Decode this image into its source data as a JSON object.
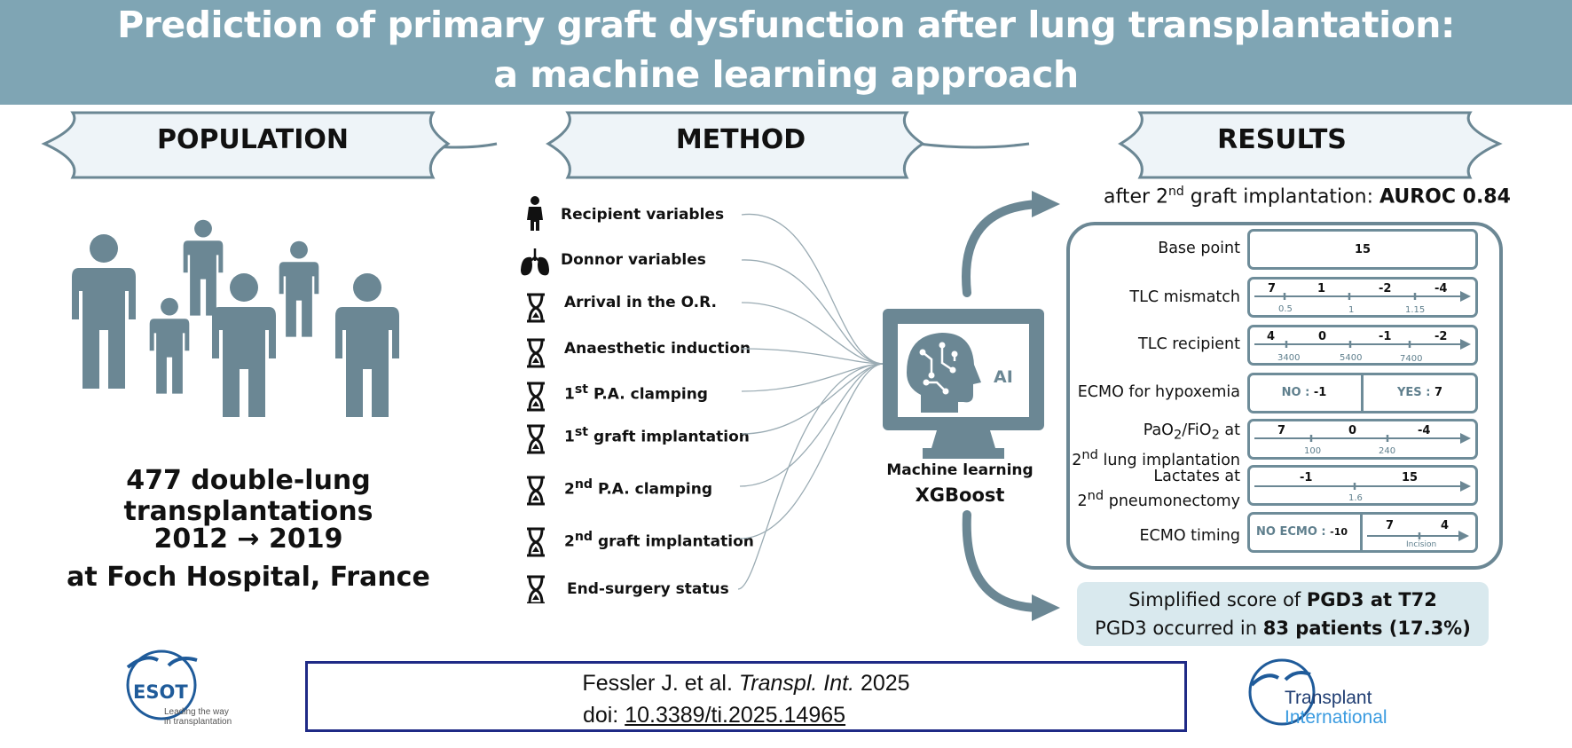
{
  "title": {
    "line1": "Prediction of primary graft dysfunction after lung transplantation:",
    "line2": "a machine learning approach"
  },
  "sections": {
    "population": "POPULATION",
    "method": "METHOD",
    "results": "RESULTS"
  },
  "population": {
    "count": "477 double-lung transplantations",
    "period_start": "2012",
    "period_arrow": "→",
    "period_end": "2019",
    "location": "at Foch Hospital, France"
  },
  "method": {
    "items": [
      {
        "label": "Recipient variables",
        "icon": "person-icon"
      },
      {
        "label": "Donnor variables",
        "icon": "lungs-icon"
      },
      {
        "label": "Arrival in the O.R.",
        "icon": "hourglass-icon"
      },
      {
        "label": "Anaesthetic induction",
        "icon": "hourglass-icon"
      },
      {
        "label_pre": "1",
        "label_sup": "st",
        "label_post": " P.A. clamping",
        "icon": "hourglass-icon"
      },
      {
        "label_pre": "1",
        "label_sup": "st",
        "label_post": " graft implantation",
        "icon": "hourglass-icon"
      },
      {
        "label_pre": "2",
        "label_sup": "nd",
        "label_post": " P.A. clamping",
        "icon": "hourglass-icon"
      },
      {
        "label_pre": "2",
        "label_sup": "nd",
        "label_post": " graft implantation",
        "icon": "hourglass-icon"
      },
      {
        "label": "End-surgery status",
        "icon": "hourglass-icon"
      }
    ],
    "model_line1": "Machine learning",
    "model_line2": "XGBoost",
    "ai_badge": "AI"
  },
  "results": {
    "auroc_pre": "after 2",
    "auroc_sup": "nd",
    "auroc_mid": " graft implantation: ",
    "auroc_value": "AUROC 0.84",
    "base_point": {
      "label": "Base point",
      "value": "15"
    },
    "tlc_mismatch": {
      "label": "TLC mismatch",
      "points": [
        "7",
        "1",
        "-2",
        "-4"
      ],
      "ticks": [
        "0.5",
        "1",
        "1.15"
      ]
    },
    "tlc_recipient": {
      "label": "TLC recipient",
      "points": [
        "4",
        "0",
        "-1",
        "-2"
      ],
      "ticks": [
        "3400",
        "5400",
        "7400"
      ]
    },
    "ecmo_hypoxemia": {
      "label": "ECMO for hypoxemia",
      "no_label": "NO : ",
      "no_value": "-1",
      "yes_label": "YES : ",
      "yes_value": "7"
    },
    "pao2": {
      "label_a": "PaO",
      "sub_a": "2",
      "label_b": "/FiO",
      "sub_b": "2",
      "label_c": " at",
      "label_d": "2",
      "sup_d": "nd",
      "label_e": "  lung implantation",
      "points": [
        "7",
        "0",
        "-4"
      ],
      "ticks": [
        "100",
        "240"
      ]
    },
    "lactates": {
      "label1": "Lactates at",
      "label2_pre": "2",
      "label2_sup": "nd",
      "label2_post": " pneumonectomy",
      "points": [
        "-1",
        "15"
      ],
      "ticks": [
        "1.6"
      ]
    },
    "ecmo_timing": {
      "label": "ECMO timing",
      "no_label": "NO ECMO : ",
      "no_value": "-10",
      "points": [
        "7",
        "4"
      ],
      "tick": "Incision"
    },
    "simplified_pre": "Simplified score of ",
    "simplified_bold": "PGD3 at T72",
    "occurred_pre": "PGD3 occurred in ",
    "occurred_bold": "83 patients (17.3%)"
  },
  "citation": {
    "author": "Fessler J. et al. ",
    "journal": "Transpl. Int.",
    "year": " 2025",
    "doi_label": "doi: ",
    "doi": "10.3389/ti.2025.14965"
  },
  "logos": {
    "esot_name": "ESOT",
    "esot_tagline1": "Leading the way",
    "esot_tagline2": "in transplantation",
    "ti_line1": "Transplant",
    "ti_line2": "International"
  },
  "colors": {
    "band": "#7fa5b4",
    "slate": "#6b8794",
    "banner_fill": "#eef4f8",
    "result_fill": "#d9e9ee",
    "cite_border": "#1f2a86",
    "logo_blue": "#1f5b9a"
  }
}
